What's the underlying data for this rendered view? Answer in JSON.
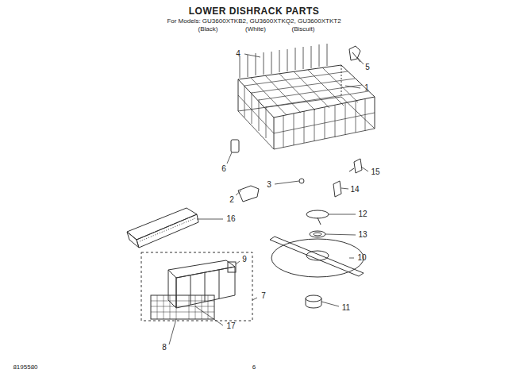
{
  "diagram": {
    "title": "LOWER DISHRACK PARTS",
    "labels": [
      "For Models: GU3600XTKB2, GU3600XTKQ2, GU3600XTKT2",
      "(Black)",
      "(White)",
      "(Biscuit)",
      "4",
      "5",
      "1",
      "6",
      "3",
      "2",
      "15",
      "14",
      "12",
      "13",
      "10",
      "9",
      "16",
      "7",
      "11",
      "17",
      "8",
      "8195580",
      "6"
    ]
  }
}
